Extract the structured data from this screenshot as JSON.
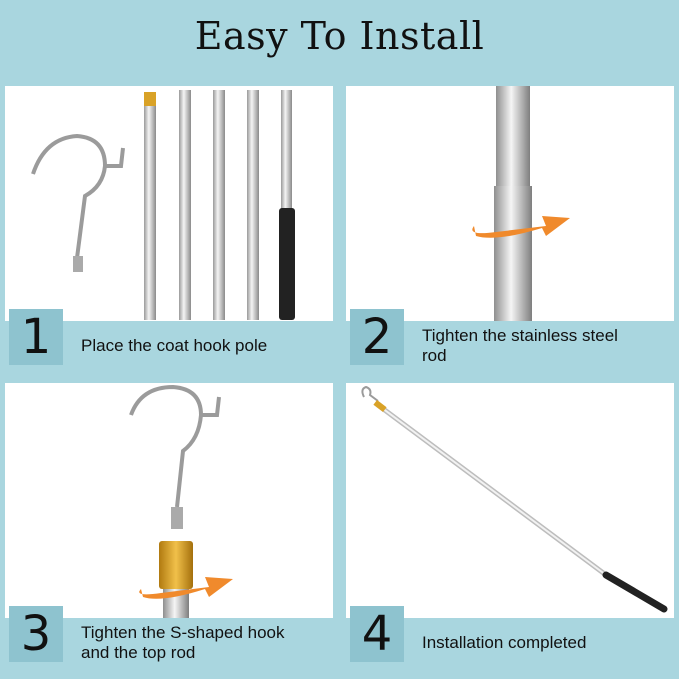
{
  "title": "Easy To Install",
  "steps": [
    {
      "number": "1",
      "text": "Place the coat hook pole"
    },
    {
      "number": "2",
      "text": "Tighten the stainless steel rod"
    },
    {
      "number": "3",
      "text": "Tighten the S-shaped hook and the top rod"
    },
    {
      "number": "4",
      "text": "Installation completed"
    }
  ],
  "colors": {
    "band": "#a9d6df",
    "number_box": "#8ec3cf",
    "arrow": "#f08a2c",
    "gold": "#d9a227",
    "grip": "#222222"
  }
}
